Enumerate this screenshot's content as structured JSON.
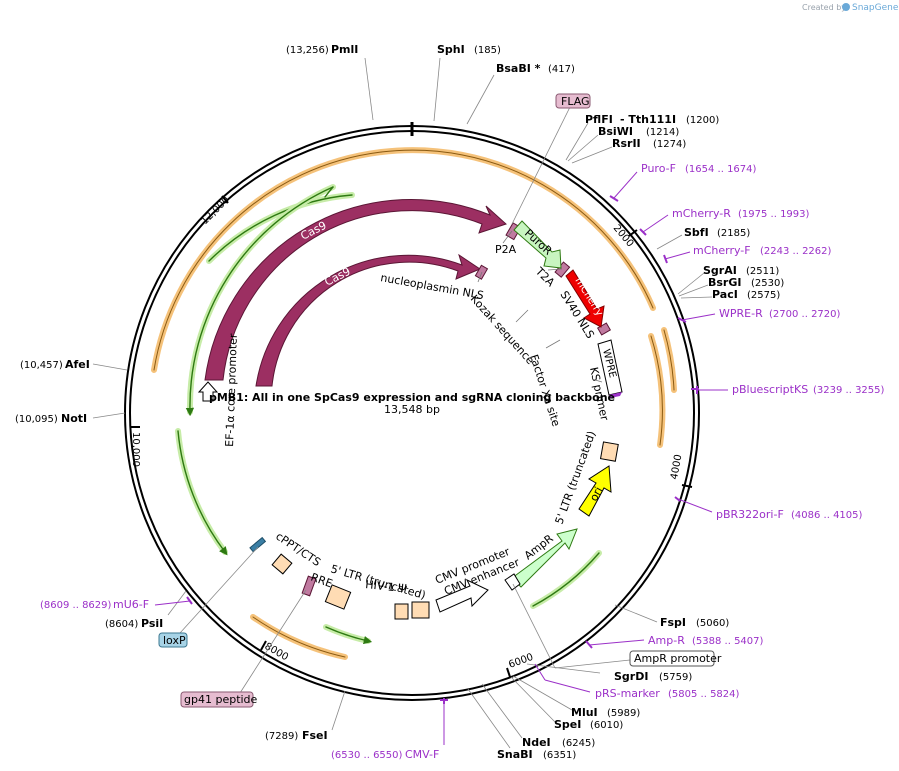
{
  "credit": "Created by",
  "brand": "SnapGene",
  "plasmid": {
    "name": "pMB1: All in one SpCas9 expression and sgRNA cloning backbone",
    "length": "13,548 bp"
  },
  "ticks": [
    "2000",
    "4000",
    "6000",
    "8000",
    "10,000",
    "12,000"
  ],
  "enzymes": [
    {
      "name": "PmlI",
      "pos": "(13,256)"
    },
    {
      "name": "SphI",
      "pos": "(185)"
    },
    {
      "name": "BsaBI *",
      "pos": "(417)"
    },
    {
      "name": "PflFI",
      "pos": ""
    },
    {
      "name": "- Tth111I",
      "pos": "(1200)"
    },
    {
      "name": "BsiWI",
      "pos": "(1214)"
    },
    {
      "name": "RsrII",
      "pos": "(1274)"
    },
    {
      "name": "SbfI",
      "pos": "(2185)"
    },
    {
      "name": "SgrAI",
      "pos": "(2511)"
    },
    {
      "name": "BsrGI",
      "pos": "(2530)"
    },
    {
      "name": "PacI",
      "pos": "(2575)"
    },
    {
      "name": "FspI",
      "pos": "(5060)"
    },
    {
      "name": "SgrDI",
      "pos": "(5759)"
    },
    {
      "name": "MluI",
      "pos": "(5989)"
    },
    {
      "name": "SpeI",
      "pos": "(6010)"
    },
    {
      "name": "NdeI",
      "pos": "(6245)"
    },
    {
      "name": "SnaBI",
      "pos": "(6351)"
    },
    {
      "name": "FseI",
      "pos": "(7289)"
    },
    {
      "name": "PsiI",
      "pos": "(8604)"
    },
    {
      "name": "NotI",
      "pos": "(10,095)"
    },
    {
      "name": "AfeI",
      "pos": "(10,457)"
    }
  ],
  "primers": [
    {
      "name": "Puro-F",
      "pos": "(1654 .. 1674)"
    },
    {
      "name": "mCherry-R",
      "pos": "(1975 .. 1993)"
    },
    {
      "name": "mCherry-F",
      "pos": "(2243 .. 2262)"
    },
    {
      "name": "WPRE-R",
      "pos": "(2700 .. 2720)"
    },
    {
      "name": "pBluescriptKS",
      "pos": "(3239 .. 3255)"
    },
    {
      "name": "pBR322ori-F",
      "pos": "(4086 .. 4105)"
    },
    {
      "name": "Amp-R",
      "pos": "(5388 .. 5407)"
    },
    {
      "name": "pRS-marker",
      "pos": "(5805 .. 5824)"
    },
    {
      "name": "CMV-F",
      "pos": "(6530 .. 6550)"
    },
    {
      "name": "mU6-F",
      "pos": "(8609 .. 8629)"
    }
  ],
  "boxed": {
    "flag": "FLAG",
    "ampr_promoter": "AmpR promoter",
    "loxp": "loxP",
    "gp41": "gp41 peptide"
  },
  "features": {
    "cas9_outer": "Cas9",
    "cas9_inner": "Cas9",
    "nls": "nucleoplasmin NLS",
    "p2a": "P2A",
    "puror": "PuroR",
    "t2a": "T2A",
    "mcherry": "mCherry",
    "sv40": "SV40 NLS",
    "wpre": "WPRE",
    "kozak": "Kozak sequence",
    "factor": "Factor Xa site",
    "ks_primer": "KS primer",
    "ef1a": "EF-1α core promoter",
    "ltr3": "5' LTR (truncated)",
    "ori": "ori",
    "ampr": "AmpR",
    "cmv_promoter": "CMV promoter",
    "cmv_enhancer": "CMV enhancer",
    "ltr5": "5' LTR (truncated)",
    "hiv": "HIV-1 Ψ",
    "rre": "RRE",
    "cppt": "cPPT/CTS"
  },
  "colors": {
    "cas9": "#9c2f62",
    "puror": "#c8f5c0",
    "mcherry": "#ee0000",
    "ori": "#ffff00",
    "ampr": "#ccffcc",
    "tan": "#ffdcb4",
    "primer": "#9b30c8",
    "orange_arc": "#f5a623",
    "green_arc": "#3a9a1a"
  }
}
